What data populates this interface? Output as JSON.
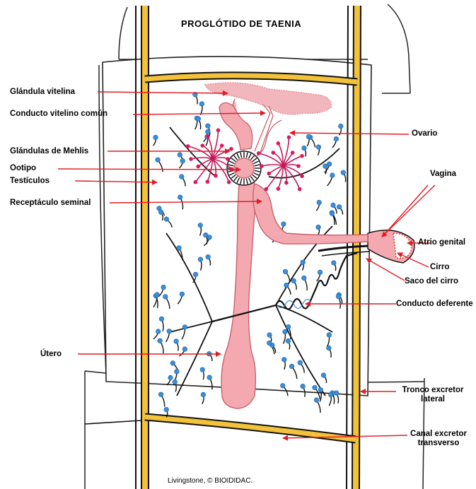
{
  "title": "PROGLÓTIDO DE TAENIA",
  "credit": "Livingstone, © BIOIDIDAC.",
  "colors": {
    "yellow": "#f2c23a",
    "pink": "#f4a9b0",
    "pink_dark": "#e88c98",
    "blue": "#3a8fd8",
    "red": "#e31b23",
    "black": "#111111"
  },
  "labels": {
    "glandula_vitelina": "Glándula vitelina",
    "conducto_vitelino": "Conducto vitelino común",
    "glandulas_mehlis": "Glándulas de Mehlis",
    "ootipo": "Ootipo",
    "testiculos": "Testículos",
    "receptaculo": "Receptáculo seminal",
    "ovario": "Ovario",
    "vagina": "Vagina",
    "atrio_genital": "Atrio genital",
    "cirro": "Cirro",
    "saco_cirro": "Saco del cirro",
    "conducto_deferente": "Conducto deferente",
    "utero": "Útero",
    "tronco_line1": "Tronco excretor",
    "tronco_line2": "lateral",
    "canal_line1": "Canal excretor",
    "canal_line2": "transverso"
  }
}
